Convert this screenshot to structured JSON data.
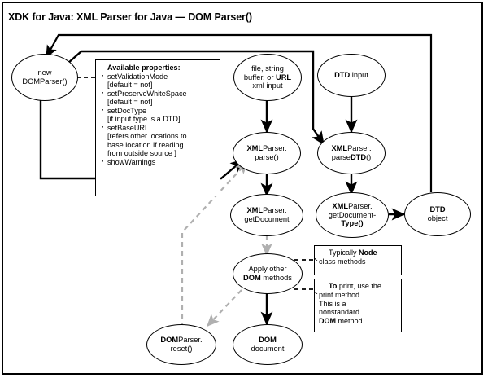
{
  "title": "XDK for Java: XML Parser for Java — DOM Parser()",
  "nodes": {
    "new_domparser": {
      "line1": "new",
      "line2": "DOMParser()"
    },
    "xml_input": {
      "line1": "file, string",
      "line2a": "buffer, or ",
      "line2b": "URL",
      "line3": "xml input"
    },
    "dtd_input": {
      "bold": "DTD",
      "rest": " input"
    },
    "parse": {
      "bold": "XML",
      "rest": "Parser.",
      "line2": "parse()"
    },
    "parsedtd": {
      "bold": "XML",
      "rest": "Parser.",
      "line2a": "parse",
      "line2b": "DTD",
      "line2c": "()"
    },
    "getdocument": {
      "bold": "XML",
      "rest": "Parser.",
      "line2": "getDocument"
    },
    "getdocumenttype": {
      "bold": "XML",
      "rest": "Parser.",
      "line2": "getDocument-",
      "line3": "Type()"
    },
    "dtd_object": {
      "bold": "DTD",
      "line2": "object"
    },
    "apply_dom": {
      "line1": "Apply other",
      "line2a": "DOM",
      "line2b": " methods"
    },
    "domparser_reset": {
      "bold": "DOM",
      "rest": "Parser.",
      "line2": "reset()"
    },
    "dom_document": {
      "bold": "DOM",
      "line2": "document"
    }
  },
  "properties_note": {
    "header": "Available properties:",
    "items": [
      {
        "text": "setValidationMode",
        "bullet": true
      },
      {
        "text": "[default = not]",
        "bullet": false
      },
      {
        "text": "setPreserveWhiteSpace",
        "bullet": true
      },
      {
        "text": "[default = not]",
        "bullet": false
      },
      {
        "text": "setDocType",
        "bullet": true
      },
      {
        "text": "[if input type is a DTD]",
        "bullet": false
      },
      {
        "text": "setBaseURL",
        "bullet": true
      },
      {
        "text": "[refers other locations to",
        "bullet": false
      },
      {
        "text": "base location if reading",
        "bullet": false
      },
      {
        "text": "from outside source ]",
        "bullet": false
      },
      {
        "text": "showWarnings",
        "bullet": true
      }
    ]
  },
  "note_node": {
    "bold": "Node",
    "pre": "Typically ",
    "line2": "class methods"
  },
  "note_print": {
    "l1a": "To",
    "l1b": " print, use the",
    "l2": "print method.",
    "l3": "This is a",
    "l4": "nonstandard",
    "l5a": "DOM",
    "l5b": " method"
  },
  "colors": {
    "stroke": "#000000",
    "dashed_gray": "#b0b0b0",
    "background": "#ffffff"
  },
  "chart_data": {
    "type": "diagram",
    "title": "XDK for Java: XML Parser for Java — DOM Parser()",
    "edges": [
      {
        "from": "new_domparser",
        "to": "parse",
        "style": "solid-thick"
      },
      {
        "from": "new_domparser",
        "to": "parsedtd",
        "style": "solid-thick"
      },
      {
        "from": "new_domparser",
        "to": "properties_note",
        "style": "dashed-black"
      },
      {
        "from": "xml_input",
        "to": "parse",
        "style": "solid-thick"
      },
      {
        "from": "dtd_input",
        "to": "parsedtd",
        "style": "solid-thick"
      },
      {
        "from": "parse",
        "to": "getdocument",
        "style": "solid-thick"
      },
      {
        "from": "parsedtd",
        "to": "getdocumenttype",
        "style": "solid-thick"
      },
      {
        "from": "getdocumenttype",
        "to": "dtd_object",
        "style": "solid-thick"
      },
      {
        "from": "dtd_object",
        "to": "new_domparser",
        "style": "solid-thick"
      },
      {
        "from": "getdocument",
        "to": "apply_dom",
        "style": "dashed-gray"
      },
      {
        "from": "apply_dom",
        "to": "domparser_reset",
        "style": "dashed-gray"
      },
      {
        "from": "domparser_reset",
        "to": "parse",
        "style": "dashed-gray"
      },
      {
        "from": "apply_dom",
        "to": "dom_document",
        "style": "solid-thick"
      },
      {
        "from": "apply_dom",
        "to": "note_node",
        "style": "dashed-black"
      },
      {
        "from": "apply_dom",
        "to": "note_print",
        "style": "dashed-black"
      }
    ]
  }
}
